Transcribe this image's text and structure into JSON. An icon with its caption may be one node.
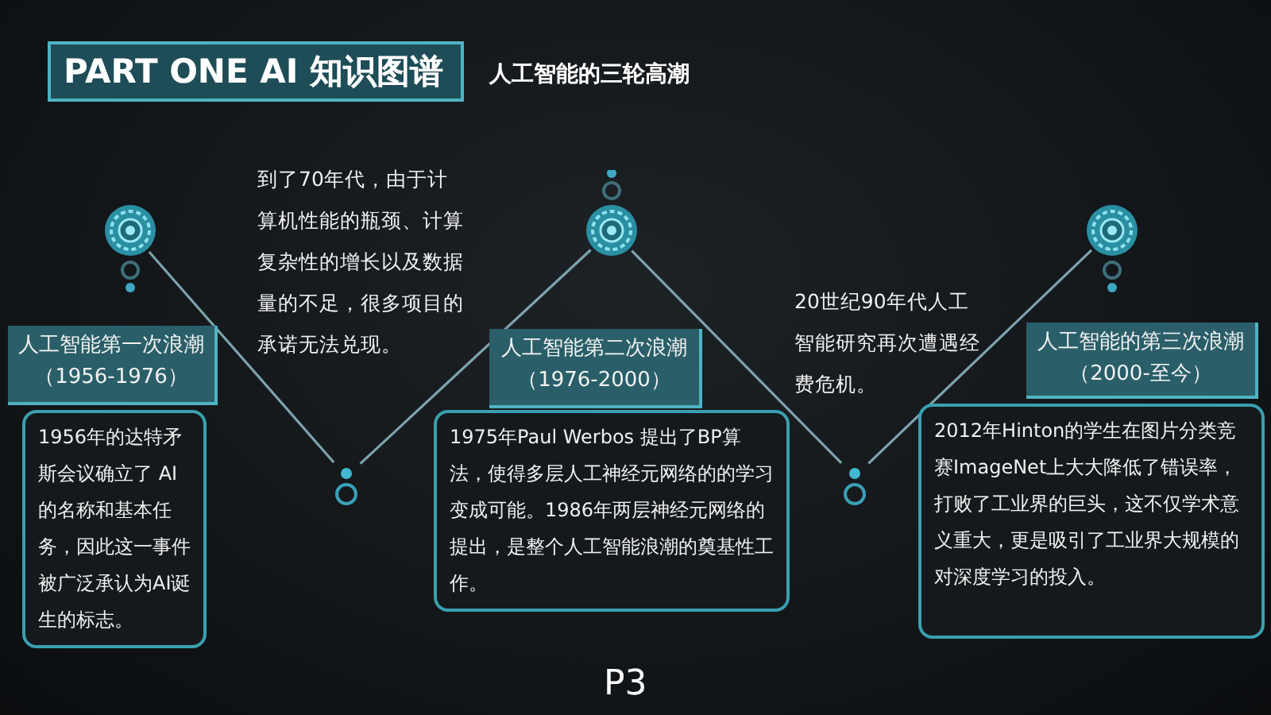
{
  "diagram": {
    "title": "PART ONE AI 知识图谱",
    "nodes": [
      {
        "text": [],
        "shape": "circle"
      },
      {
        "text": [
          "人工智能第一次浪潮",
          "（1956-1976）"
        ]
      },
      {
        "text": [
          "1956年的达特矛斯会议确立了 AI的名称和基本任务，因此这一事件被广泛承认为AI诞生的标志。"
        ]
      },
      {
        "text": [],
        "shape": "circle"
      },
      {
        "text": [],
        "shape": "circle"
      },
      {
        "text": [
          "人工智能第二次浪潮",
          "（1976-2000）"
        ]
      },
      {
        "text": [
          "1975年Paul Werbos 提出了BP算法，使得多层人工神经元网络的的学习变成可能。1986年两层神经元网络的提出，是整个人工智能浪潮的奠基性工作。"
        ]
      },
      {
        "text": [],
        "shape": "circle"
      },
      {
        "text": [],
        "shape": "circle"
      },
      {
        "text": [
          "人工智能的第三次浪潮",
          "（2000-至今）"
        ]
      },
      {
        "text": [
          "2012年Hinton的学生在图片分类竞赛ImageNet上大大降低了错误率，打败了工业界的巨头，这不仅学术意义重大，更是吸引了工业界大规模的对深度学习的投入。"
        ]
      }
    ],
    "edges": [
      {
        "from": 0,
        "to": 3,
        "arrow": "none"
      },
      {
        "from": 3,
        "to": 4,
        "arrow": "none"
      },
      {
        "from": 4,
        "to": 7,
        "arrow": "none"
      },
      {
        "from": 7,
        "to": 8,
        "arrow": "none"
      }
    ],
    "labels": [
      "人工智能的三轮高潮",
      "到了70年代，由于计算机性能的瓶颈、计算复杂性的增长以及数据量的不足，很多项目的承诺无法兑现。",
      "20世纪90年代人工智能研究再次遭遇经费危机。",
      "P3"
    ]
  }
}
